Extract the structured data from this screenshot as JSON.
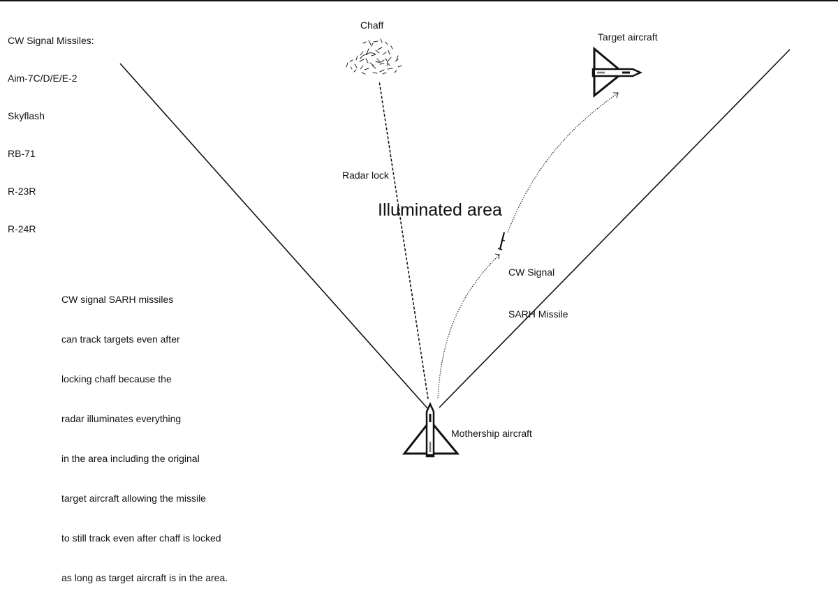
{
  "diagram": {
    "title": "CW signal SARH missile vs chaff",
    "legend": {
      "heading": "CW Signal Missiles:",
      "items": [
        "Aim-7C/D/E/E-2",
        "Skyflash",
        "RB-71",
        "R-23R",
        "R-24R"
      ]
    },
    "explanation": [
      "CW signal SARH missiles",
      "can track targets even after",
      "locking chaff because the",
      "radar illuminates everything",
      "in the area including the original",
      "target aircraft allowing the missile",
      "to still track even after chaff is locked",
      "as long as target aircraft is in the area."
    ],
    "labels": {
      "chaff": "Chaff",
      "target": "Target aircraft",
      "radar_lock": "Radar lock",
      "illuminated_area": "Illuminated area",
      "missile_line1": "CW Signal",
      "missile_line2": "SARH Missile",
      "mothership": "Mothership aircraft"
    },
    "colors": {
      "ink": "#111111",
      "background": "#ffffff"
    }
  }
}
